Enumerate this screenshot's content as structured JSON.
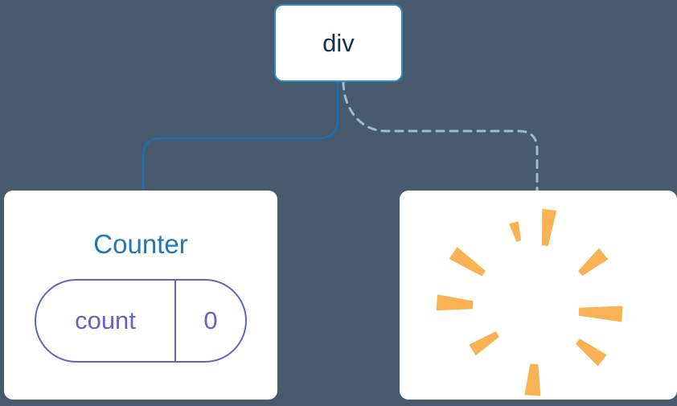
{
  "tree": {
    "root": {
      "label": "div"
    },
    "children": {
      "counter": {
        "title": "Counter",
        "state": {
          "key": "count",
          "value": "0"
        }
      },
      "removed": {
        "icon": "poof-burst"
      }
    }
  },
  "colors": {
    "background": "#475a6e",
    "card_bg": "#ffffff",
    "node_border": "#2b8fc9",
    "solid_edge": "#1d6fae",
    "dashed_edge": "#9dbcd4",
    "root_label": "#17324a",
    "counter_title": "#2079b5",
    "state_purple": "#6363c5",
    "poof_orange": "#f9b254"
  }
}
